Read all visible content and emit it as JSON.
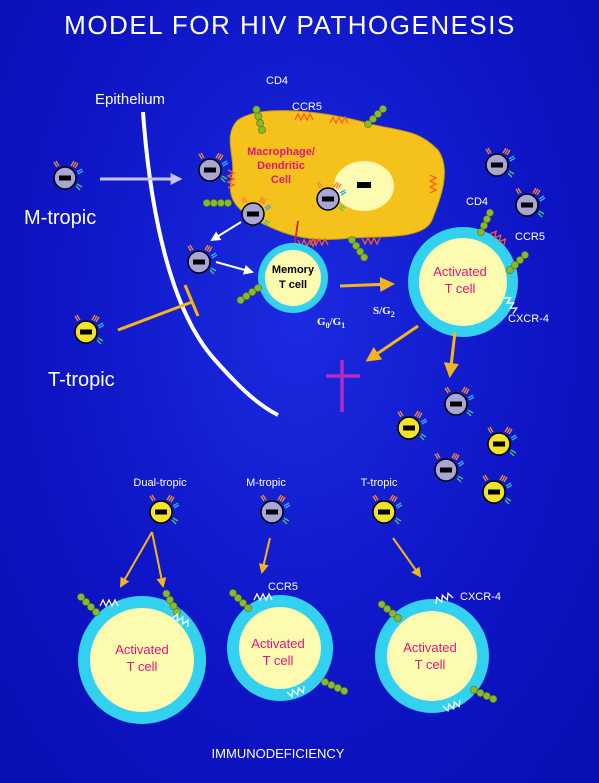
{
  "title": "MODEL FOR HIV PATHOGENESIS",
  "labels": {
    "epithelium": "Epithelium",
    "m_tropic_left": "M-tropic",
    "t_tropic_left": "T-tropic",
    "macrophage_line1": "Macrophage/",
    "macrophage_line2": "Dendritic",
    "macrophage_line3": "Cell",
    "cd4_top": "CD4",
    "ccr5_top": "CCR5",
    "cd4_right": "CD4",
    "ccr5_right": "CCR5",
    "cxcr4_right": "CXCR-4",
    "memory_line1": "Memory",
    "memory_line2": "T    cell",
    "phase_g0g1": "G",
    "phase_g0_sub": "0",
    "phase_slash": "/G",
    "phase_g1_sub": "1",
    "phase_sg2": "S/G",
    "phase_g2_sub": "2",
    "activated_line1": "Activated",
    "activated_line2": "T    cell",
    "dual_tropic": "Dual-tropic",
    "m_tropic_bottom": "M-tropic",
    "t_tropic_bottom": "T-tropic",
    "ccr5_bottom": "CCR5",
    "cxcr4_bottom": "CXCR-4",
    "footer": "IMMUNODEFICIENCY"
  },
  "colors": {
    "background": "#0d14c4",
    "m_tropic_virus": "#a9a6d4",
    "t_tropic_virus": "#f2e22a",
    "macrophage": "#f5c21b",
    "cell_inner": "#fdfbb0",
    "cell_ring": "#33d1f0",
    "arrow_orange": "#f5b41b",
    "cross": "#b02cc4",
    "epithelium": "#ffffff"
  }
}
